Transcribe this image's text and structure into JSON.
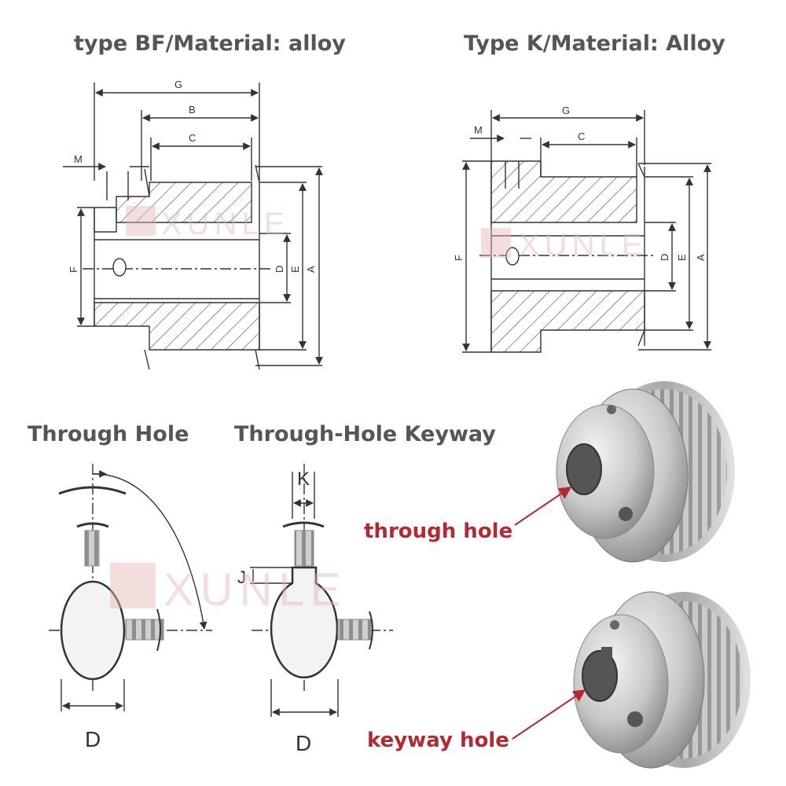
{
  "titles": {
    "bf": "type BF/Material: alloy",
    "k": "Type K/Material: Alloy",
    "through_hole": "Through Hole",
    "through_hole_keyway": "Through-Hole Keyway"
  },
  "watermark": "XUNLE",
  "dimension_labels": {
    "bf": {
      "G": "G",
      "B": "B",
      "C": "C",
      "M": "M",
      "F": "F",
      "D": "D",
      "E": "E",
      "A": "A"
    },
    "k": {
      "G": "G",
      "C": "C",
      "M": "M",
      "F": "F",
      "D": "D",
      "E": "E",
      "A": "A"
    },
    "through_hole": {
      "D": "D"
    },
    "keyway": {
      "K": "K",
      "J": "J",
      "D": "D"
    }
  },
  "callouts": {
    "through_hole": "through hole",
    "keyway_hole": "keyway hole"
  },
  "colors": {
    "line": "#333333",
    "hatch": "#555555",
    "callout": "#b42832",
    "title": "#555555",
    "watermark": "#e8b4b4",
    "metal_light": "#e6e6e6",
    "metal_dark": "#8a8a8a"
  }
}
